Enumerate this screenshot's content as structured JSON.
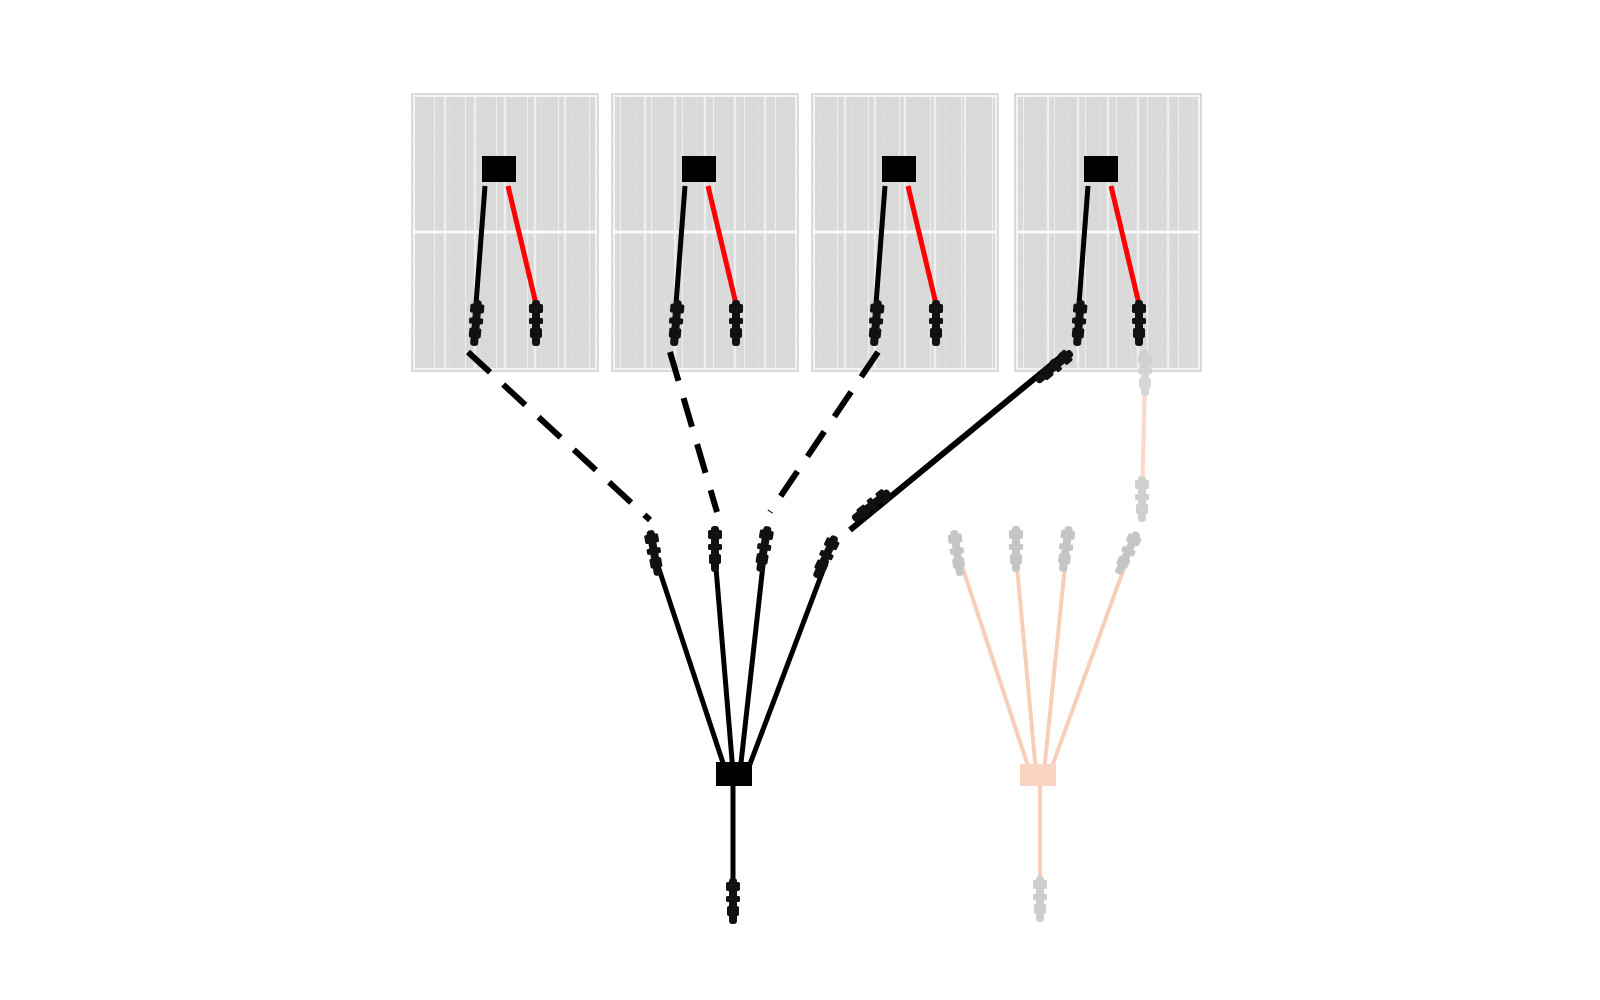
{
  "colors": {
    "background": "#ffffff",
    "panel_fill": "#dcdcdc",
    "panel_frame": "#f4f4f4",
    "panel_grid": "#efefef",
    "cable_negative": "#000000",
    "cable_positive": "#ff0000",
    "connector": "#111111",
    "ghost_cable": "#f7c3a9",
    "ghost_connector": "#b5b5b5"
  },
  "diagram": {
    "panels": [
      {
        "id": "panel-1",
        "link": "dashed",
        "positive_lead_connected": false
      },
      {
        "id": "panel-2",
        "link": "dashed",
        "positive_lead_connected": false
      },
      {
        "id": "panel-3",
        "link": "dashed",
        "positive_lead_connected": false
      },
      {
        "id": "panel-4",
        "link": "extension-cable",
        "positive_lead_connected": true
      }
    ],
    "branch_connectors": 4,
    "ghost_branch_connectors": 4
  }
}
